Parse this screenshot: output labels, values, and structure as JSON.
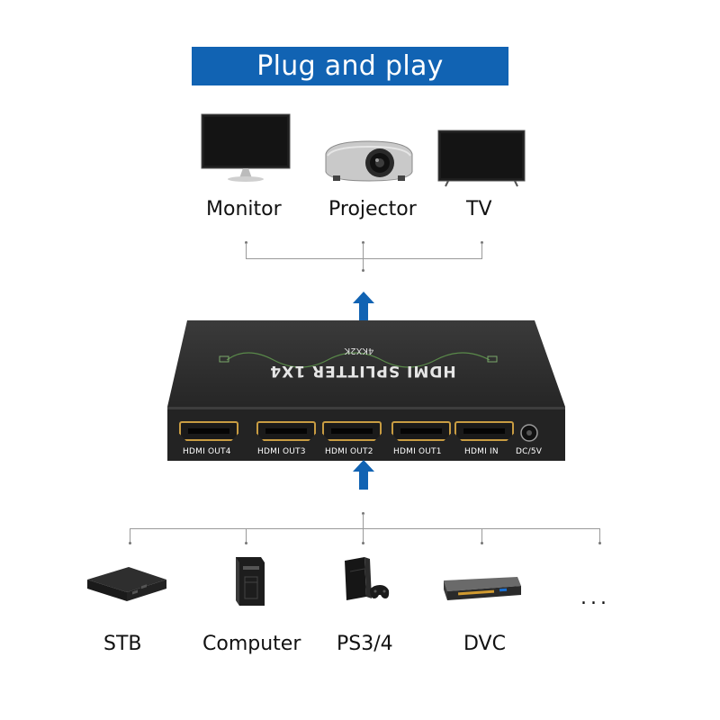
{
  "banner": {
    "title": "Plug and play"
  },
  "outputs": [
    {
      "label": "Monitor",
      "icon": "monitor-icon"
    },
    {
      "label": "Projector",
      "icon": "projector-icon"
    },
    {
      "label": "TV",
      "icon": "tv-icon"
    }
  ],
  "splitter": {
    "name": "HDMI SPLITTER 1X4",
    "resolution": "4KX2K",
    "ports": [
      "HDMI OUT4",
      "HDMI OUT3",
      "HDMI OUT2",
      "HDMI OUT1",
      "HDMI IN",
      "DC/5V"
    ]
  },
  "inputs": [
    {
      "label": "STB",
      "icon": "stb-icon"
    },
    {
      "label": "Computer",
      "icon": "computer-icon"
    },
    {
      "label": "PS3/4",
      "icon": "game-console-icon"
    },
    {
      "label": "DVC",
      "icon": "dvd-player-icon"
    }
  ],
  "more": "...",
  "colors": {
    "banner": "#1163b3",
    "arrow": "#1163b3",
    "device_body": "#2b2b2b",
    "port_gold": "#c89c42"
  }
}
